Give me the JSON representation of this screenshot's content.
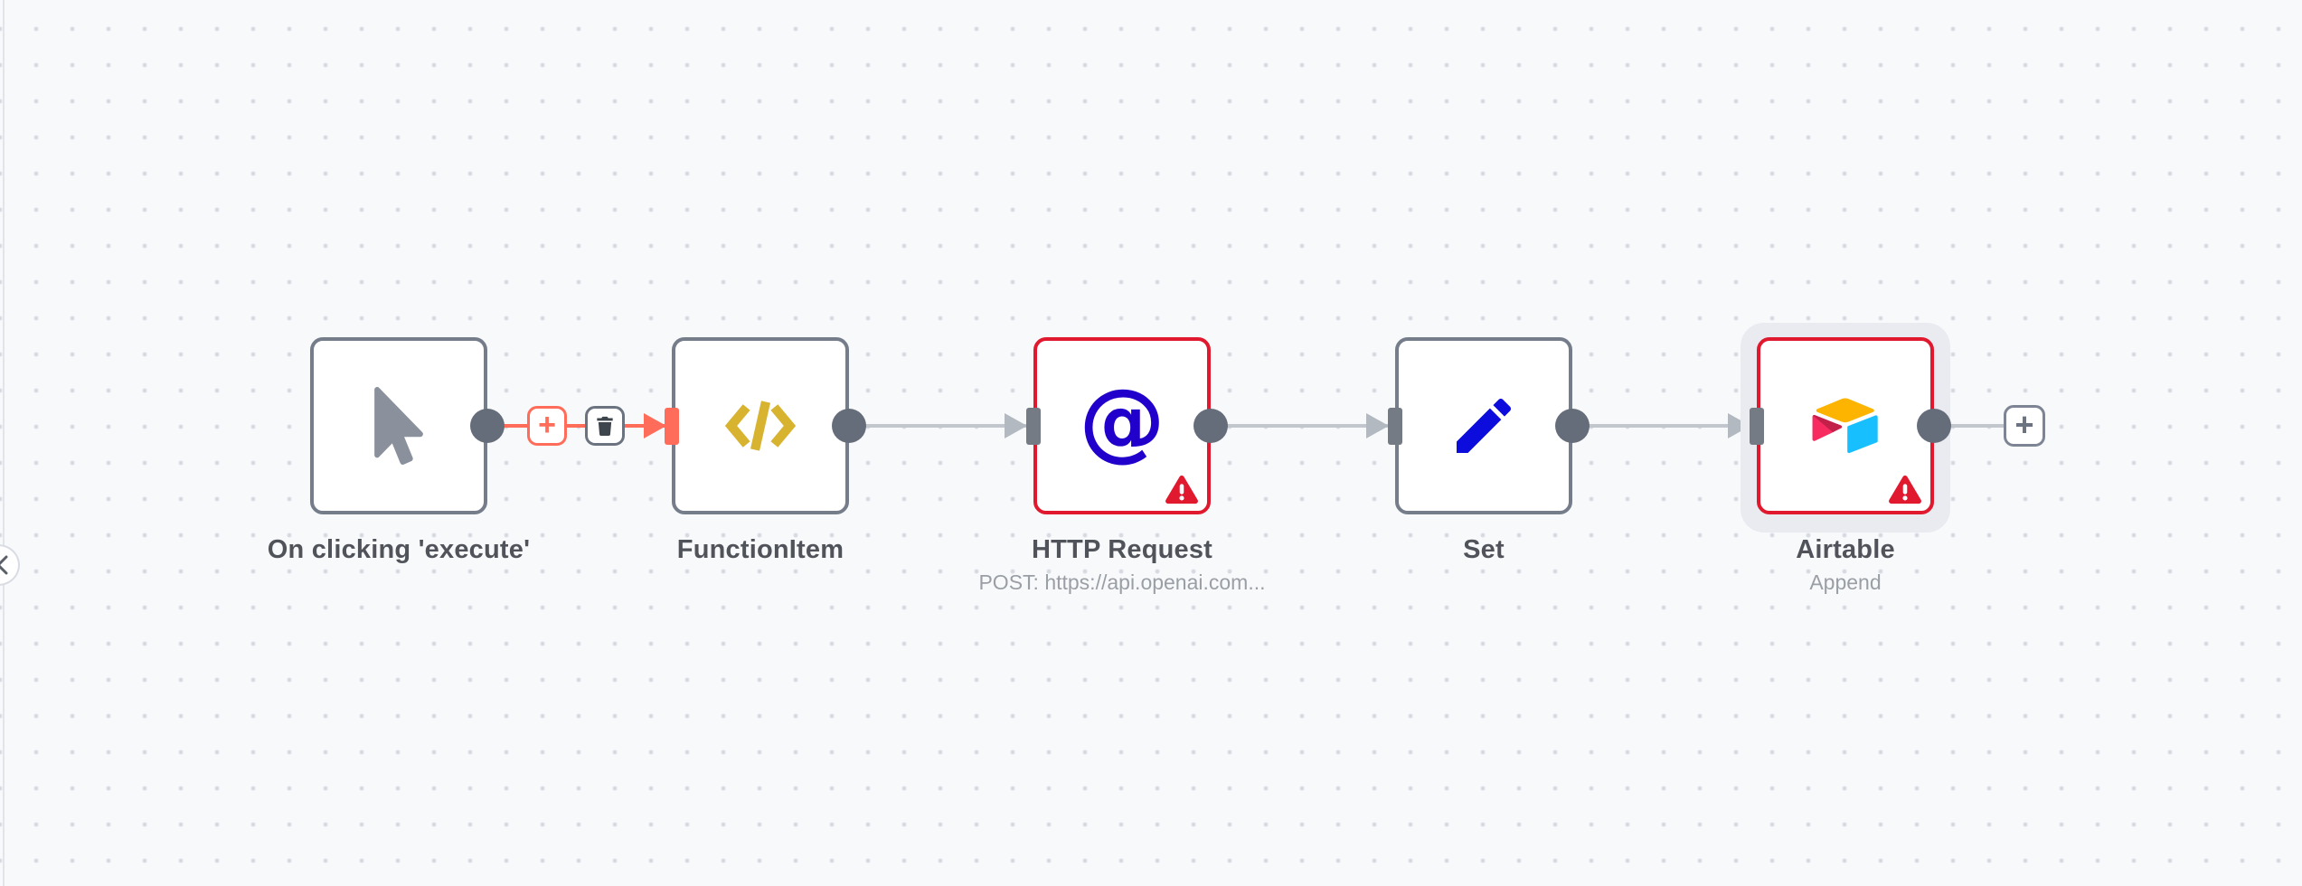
{
  "app": "workflow-editor-canvas",
  "colors": {
    "accent": "#ff6d5a",
    "error": "#e0192e",
    "node_border": "#757d8a",
    "port": "#666d7a",
    "port_rect": "#757b85",
    "connection": "#c2c7ce",
    "arrow": "#b2b9c1",
    "title": "#50545a",
    "subtitle": "#9a9ea5",
    "canvas_bg": "#f8f9fb",
    "dot": "#d8dce2",
    "halo": "#e9ebf0",
    "icon_cursor": "#8b919c",
    "icon_code": "#d8b32f",
    "icon_at": "#2200cc",
    "icon_pencil": "#0c0cdd",
    "airtable_yellow": "#fcb400",
    "airtable_pink": "#f82b60",
    "airtable_dark_pink": "#ba1e45",
    "airtable_cyan": "#18bfff",
    "trash": "#3f454d"
  },
  "workflow": {
    "nodes": [
      {
        "title": "On clicking 'execute'",
        "subtitle": "",
        "icon": "mouse-cursor-icon",
        "state": "default",
        "selected": false
      },
      {
        "title": "FunctionItem",
        "subtitle": "",
        "icon": "code-icon",
        "state": "default",
        "selected": false
      },
      {
        "title": "HTTP Request",
        "subtitle": "POST: https://api.openai.com...",
        "icon": "at-symbol-icon",
        "icon_glyph": "@",
        "state": "error",
        "selected": false
      },
      {
        "title": "Set",
        "subtitle": "",
        "icon": "pencil-icon",
        "state": "default",
        "selected": false
      },
      {
        "title": "Airtable",
        "subtitle": "Append",
        "icon": "airtable-logo-icon",
        "state": "error",
        "selected": true
      }
    ],
    "connection_hover_toolbar": {
      "add_button_label": "+",
      "delete_button_icon": "trash-icon"
    },
    "add_next_node_button_label": "+",
    "sidebar_toggle_icon": "chevron-left-icon",
    "error_badge_icon": "warning-triangle-icon"
  }
}
